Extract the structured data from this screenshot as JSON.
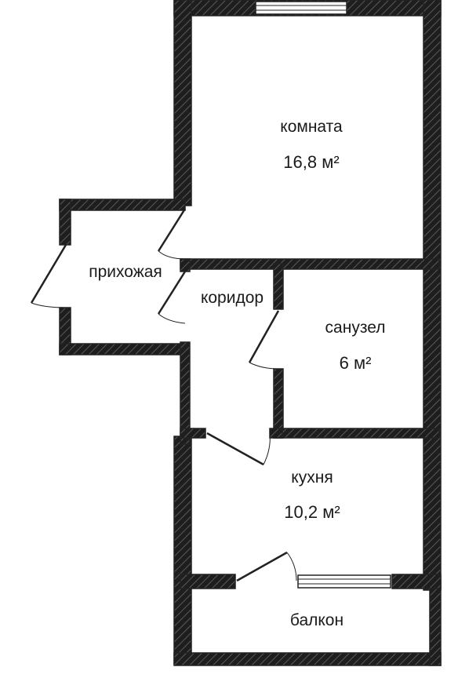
{
  "rooms": {
    "living_room": {
      "name": "комната",
      "area": "16,8 м²"
    },
    "hallway": {
      "name": "прихожая"
    },
    "corridor": {
      "name": "коридор"
    },
    "bathroom": {
      "name": "санузел",
      "area": "6 м²"
    },
    "kitchen": {
      "name": "кухня",
      "area": "10,2 м²"
    },
    "balcony": {
      "name": "балкон"
    }
  },
  "colors": {
    "wall": "#1e1e1e",
    "wall_hatch": "#555555",
    "background": "#ffffff"
  }
}
